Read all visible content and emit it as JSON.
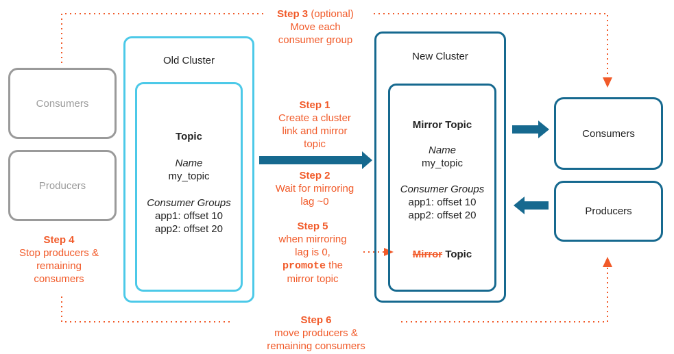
{
  "left": {
    "consumers_label": "Consumers",
    "producers_label": "Producers"
  },
  "old_cluster": {
    "title": "Old Cluster",
    "topic_title": "Topic",
    "name_label": "Name",
    "name_value": "my_topic",
    "groups_label": "Consumer Groups",
    "group1": "app1: offset 10",
    "group2": "app2: offset 20"
  },
  "new_cluster": {
    "title": "New Cluster",
    "topic_title": "Mirror Topic",
    "name_label": "Name",
    "name_value": "my_topic",
    "groups_label": "Consumer Groups",
    "group1": "app1: offset 10",
    "group2": "app2: offset 20",
    "promoted_struck": "Mirror",
    "promoted_rest": "Topic"
  },
  "right": {
    "consumers_label": "Consumers",
    "producers_label": "Producers"
  },
  "steps": {
    "step1": {
      "title": "Step 1",
      "lines": [
        "Create a cluster",
        "link and mirror",
        "topic"
      ]
    },
    "step2": {
      "title": "Step 2",
      "lines": [
        "Wait for mirroring",
        "lag ~0"
      ]
    },
    "step3": {
      "title": "Step 3",
      "suffix": "(optional)",
      "lines": [
        "Move each",
        "consumer group"
      ]
    },
    "step4": {
      "title": "Step 4",
      "lines": [
        "Stop producers &",
        "remaining",
        "consumers"
      ]
    },
    "step5": {
      "title": "Step 5",
      "lines": [
        "when mirroring",
        "lag is 0,"
      ],
      "keyword": "promote",
      "after_keyword": "the",
      "last_line": "mirror topic"
    },
    "step6": {
      "title": "Step 6",
      "lines": [
        "move producers &",
        "remaining consumers"
      ]
    }
  },
  "colors": {
    "accent_orange": "#f15a29",
    "dark_blue": "#16698f",
    "light_blue": "#4cc9e8",
    "gray": "#9a9a9a"
  }
}
